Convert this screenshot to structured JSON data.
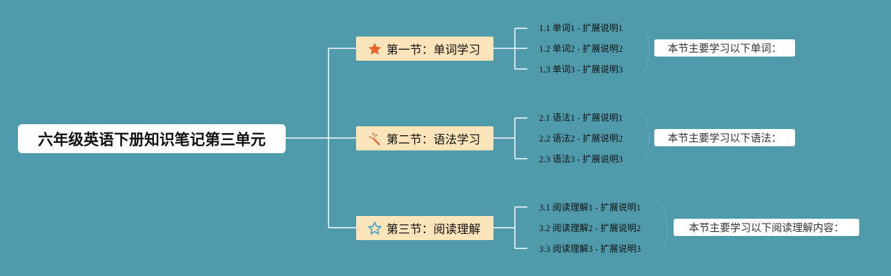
{
  "root": {
    "title": "六年级英语下册知识笔记第三单元"
  },
  "sections": [
    {
      "label": "第一节：单词学习",
      "icon": "filled-star-icon",
      "icon_color": "#e8622c",
      "items": [
        "1.1 单词1 - 扩展说明1",
        "1.2 单词2 - 扩展说明2",
        "1.3 单词3 - 扩展说明3"
      ],
      "summary": "本节主要学习以下单词："
    },
    {
      "label": "第二节：语法学习",
      "icon": "magic-wand-icon",
      "icon_color": "#e8622c",
      "items": [
        "2.1 语法1 - 扩展说明1",
        "2.2 语法2 - 扩展说明2",
        "2.3 语法3 - 扩展说明3"
      ],
      "summary": "本节主要学习以下语法："
    },
    {
      "label": "第三节：阅读理解",
      "icon": "outline-star-icon",
      "icon_color": "#3aa0c8",
      "items": [
        "3.1 阅读理解1 - 扩展说明1",
        "3.2 阅读理解2 - 扩展说明2",
        "3.3 阅读理解3 - 扩展说明3"
      ],
      "summary": "本节主要学习以下阅读理解内容："
    }
  ],
  "colors": {
    "background": "#4f9bab",
    "connector": "#ffffff",
    "section_fill": "#fbe3ba",
    "root_fill": "#ffffff",
    "summary_fill": "#ffffff",
    "brace": "#5aa4b3"
  }
}
